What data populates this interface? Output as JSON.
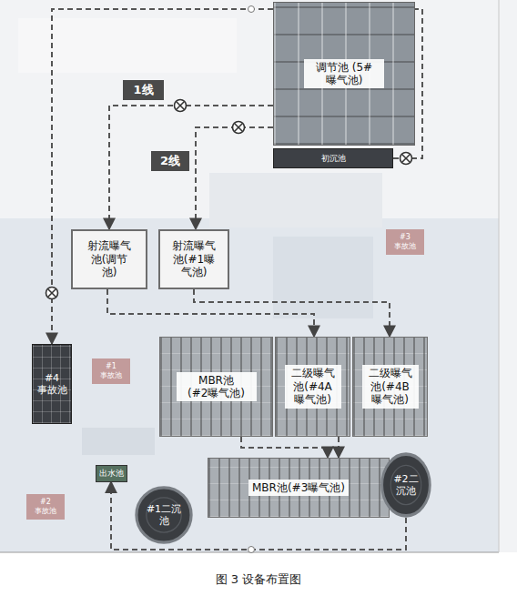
{
  "diagram": {
    "caption": "图 3 设备布置图",
    "nodes": [
      {
        "text": [
          "调节池 (5#曝气池)"
        ]
      },
      {
        "text": [
          "初沉池"
        ]
      },
      {
        "text": [
          "射流曝气池(调节池)"
        ]
      },
      {
        "text": [
          "射流曝气池(#1曝气池)"
        ]
      },
      {
        "text": [
          "#3 事故池"
        ]
      },
      {
        "text": [
          "MBR池 (#2曝气池)"
        ]
      },
      {
        "text": [
          "二级曝气池(#4A曝气池)"
        ]
      },
      {
        "text": [
          "二级曝气池(#4B曝气池)"
        ]
      },
      {
        "text": [
          "#4 事故池"
        ]
      },
      {
        "text": [
          "#1 事故池"
        ]
      },
      {
        "text": [
          "出水池"
        ]
      },
      {
        "text": [
          "#1二沉池"
        ]
      },
      {
        "text": [
          "MBR池(#3曝气池)"
        ]
      },
      {
        "text": [
          "#2二沉池"
        ]
      },
      {
        "text": [
          "#2 事故池"
        ]
      }
    ],
    "edges": [
      {
        "from": 1,
        "to": 0,
        "arrow": "none"
      },
      {
        "from": 0,
        "to": 8,
        "arrow": "to"
      },
      {
        "from": 0,
        "to": 2,
        "label": "1线",
        "arrow": "to"
      },
      {
        "from": 0,
        "to": 3,
        "label": "2线",
        "arrow": "to"
      },
      {
        "from": 2,
        "to": 6,
        "arrow": "to"
      },
      {
        "from": 3,
        "to": 7,
        "arrow": "to"
      },
      {
        "from": 5,
        "to": 12,
        "arrow": "to"
      },
      {
        "from": 6,
        "to": 12,
        "arrow": "to"
      },
      {
        "from": 13,
        "to": 10,
        "arrow": "to"
      }
    ]
  }
}
